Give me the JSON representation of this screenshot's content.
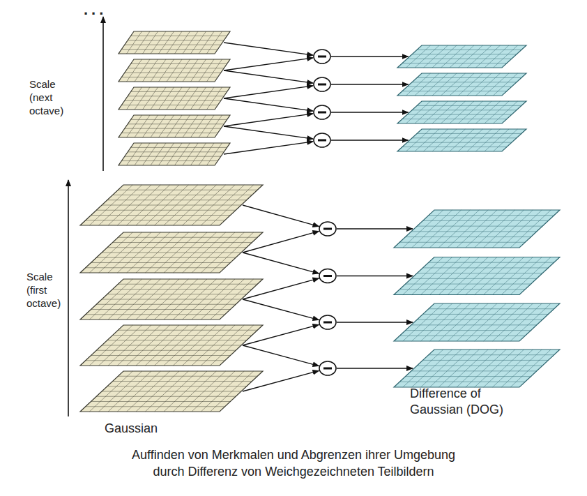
{
  "diagram": {
    "caption": "Auffinden von Merkmalen und Abgrenzen ihrer Umgebung durch Differenz von Weichgezeichneten Teilbildern",
    "labels": [
      "...",
      "Scale (next octave)",
      "Scale (first octave)",
      "Gaussian",
      "Difference of Gaussian (DOG)"
    ]
  }
}
